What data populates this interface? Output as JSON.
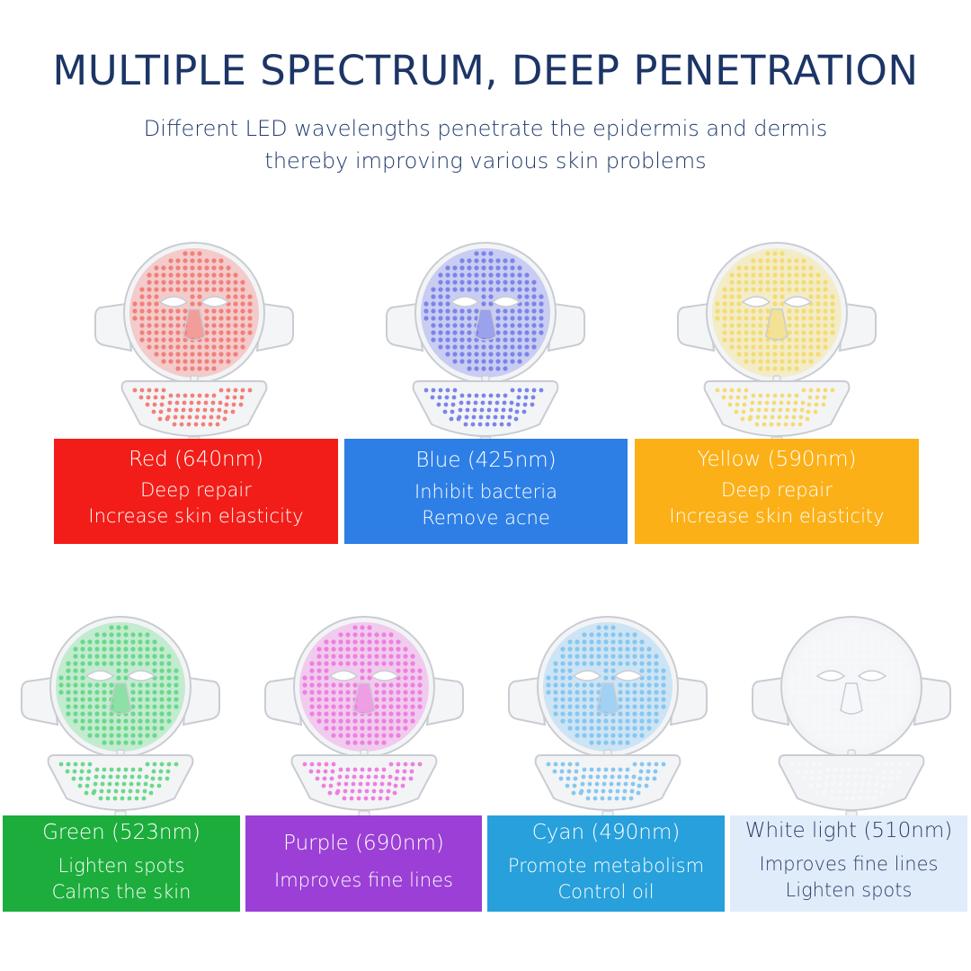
{
  "header": {
    "title": "MULTIPLE SPECTRUM, DEEP PENETRATION",
    "subtitle_line1": "Different LED wavelengths penetrate the epidermis and dermis",
    "subtitle_line2": "thereby improving various skin problems"
  },
  "modes": [
    {
      "name": "Red (640nm)",
      "desc1": "Deep repair",
      "desc2": "Increase skin elasticity",
      "panel_color": "#f21d18",
      "led_color": "#f37f7a",
      "text_color": "#ffffff"
    },
    {
      "name": "Blue (425nm)",
      "desc1": "Inhibit bacteria",
      "desc2": "Remove acne",
      "panel_color": "#2d7fe6",
      "led_color": "#7b84ea",
      "text_color": "#ffffff"
    },
    {
      "name": "Yellow (590nm)",
      "desc1": "Deep repair",
      "desc2": "Increase skin elasticity",
      "panel_color": "#fbb017",
      "led_color": "#f4dc73",
      "text_color": "#ffffff"
    },
    {
      "name": "Green (523nm)",
      "desc1": "Lighten spots",
      "desc2": "Calms the skin",
      "panel_color": "#1cad3c",
      "led_color": "#69d98a",
      "text_color": "#ffffff"
    },
    {
      "name": "Purple (690nm)",
      "desc1": "Improves fine lines",
      "desc2": "",
      "panel_color": "#9b3fd6",
      "led_color": "#ee7fe0",
      "text_color": "#ffffff"
    },
    {
      "name": "Cyan (490nm)",
      "desc1": "Promote metabolism",
      "desc2": "Control oil",
      "panel_color": "#27a0db",
      "led_color": "#86c7f1",
      "text_color": "#ffffff"
    },
    {
      "name": "White light (510nm)",
      "desc1": "Improves fine lines",
      "desc2": "Lighten spots",
      "panel_color": "#e1ecfb",
      "led_color": "#f7f8fb",
      "text_color": "#2c3f66"
    }
  ]
}
